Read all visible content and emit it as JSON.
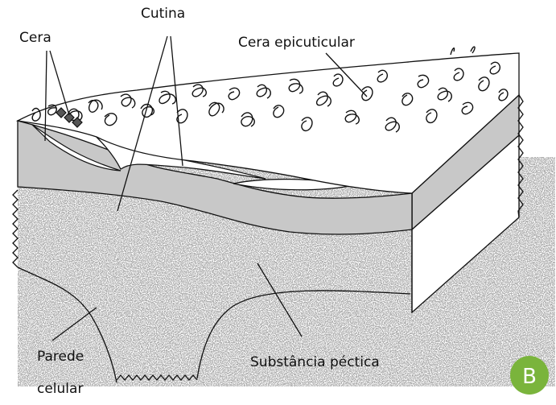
{
  "figure": {
    "panel_badge": {
      "text": "B",
      "color": "#7ab43c"
    },
    "labels": {
      "cera": "Cera",
      "cutina": "Cutina",
      "cera_epicuticular": "Cera epicuticular",
      "parede_celular_line1": "Parede",
      "parede_celular_line2": "celular",
      "substancia_pectica": "Substância péctica"
    },
    "colors": {
      "cuticle_gray": "#c8c8c8",
      "outline": "#111111",
      "pectin_stipple": "#9a9a9a"
    }
  }
}
